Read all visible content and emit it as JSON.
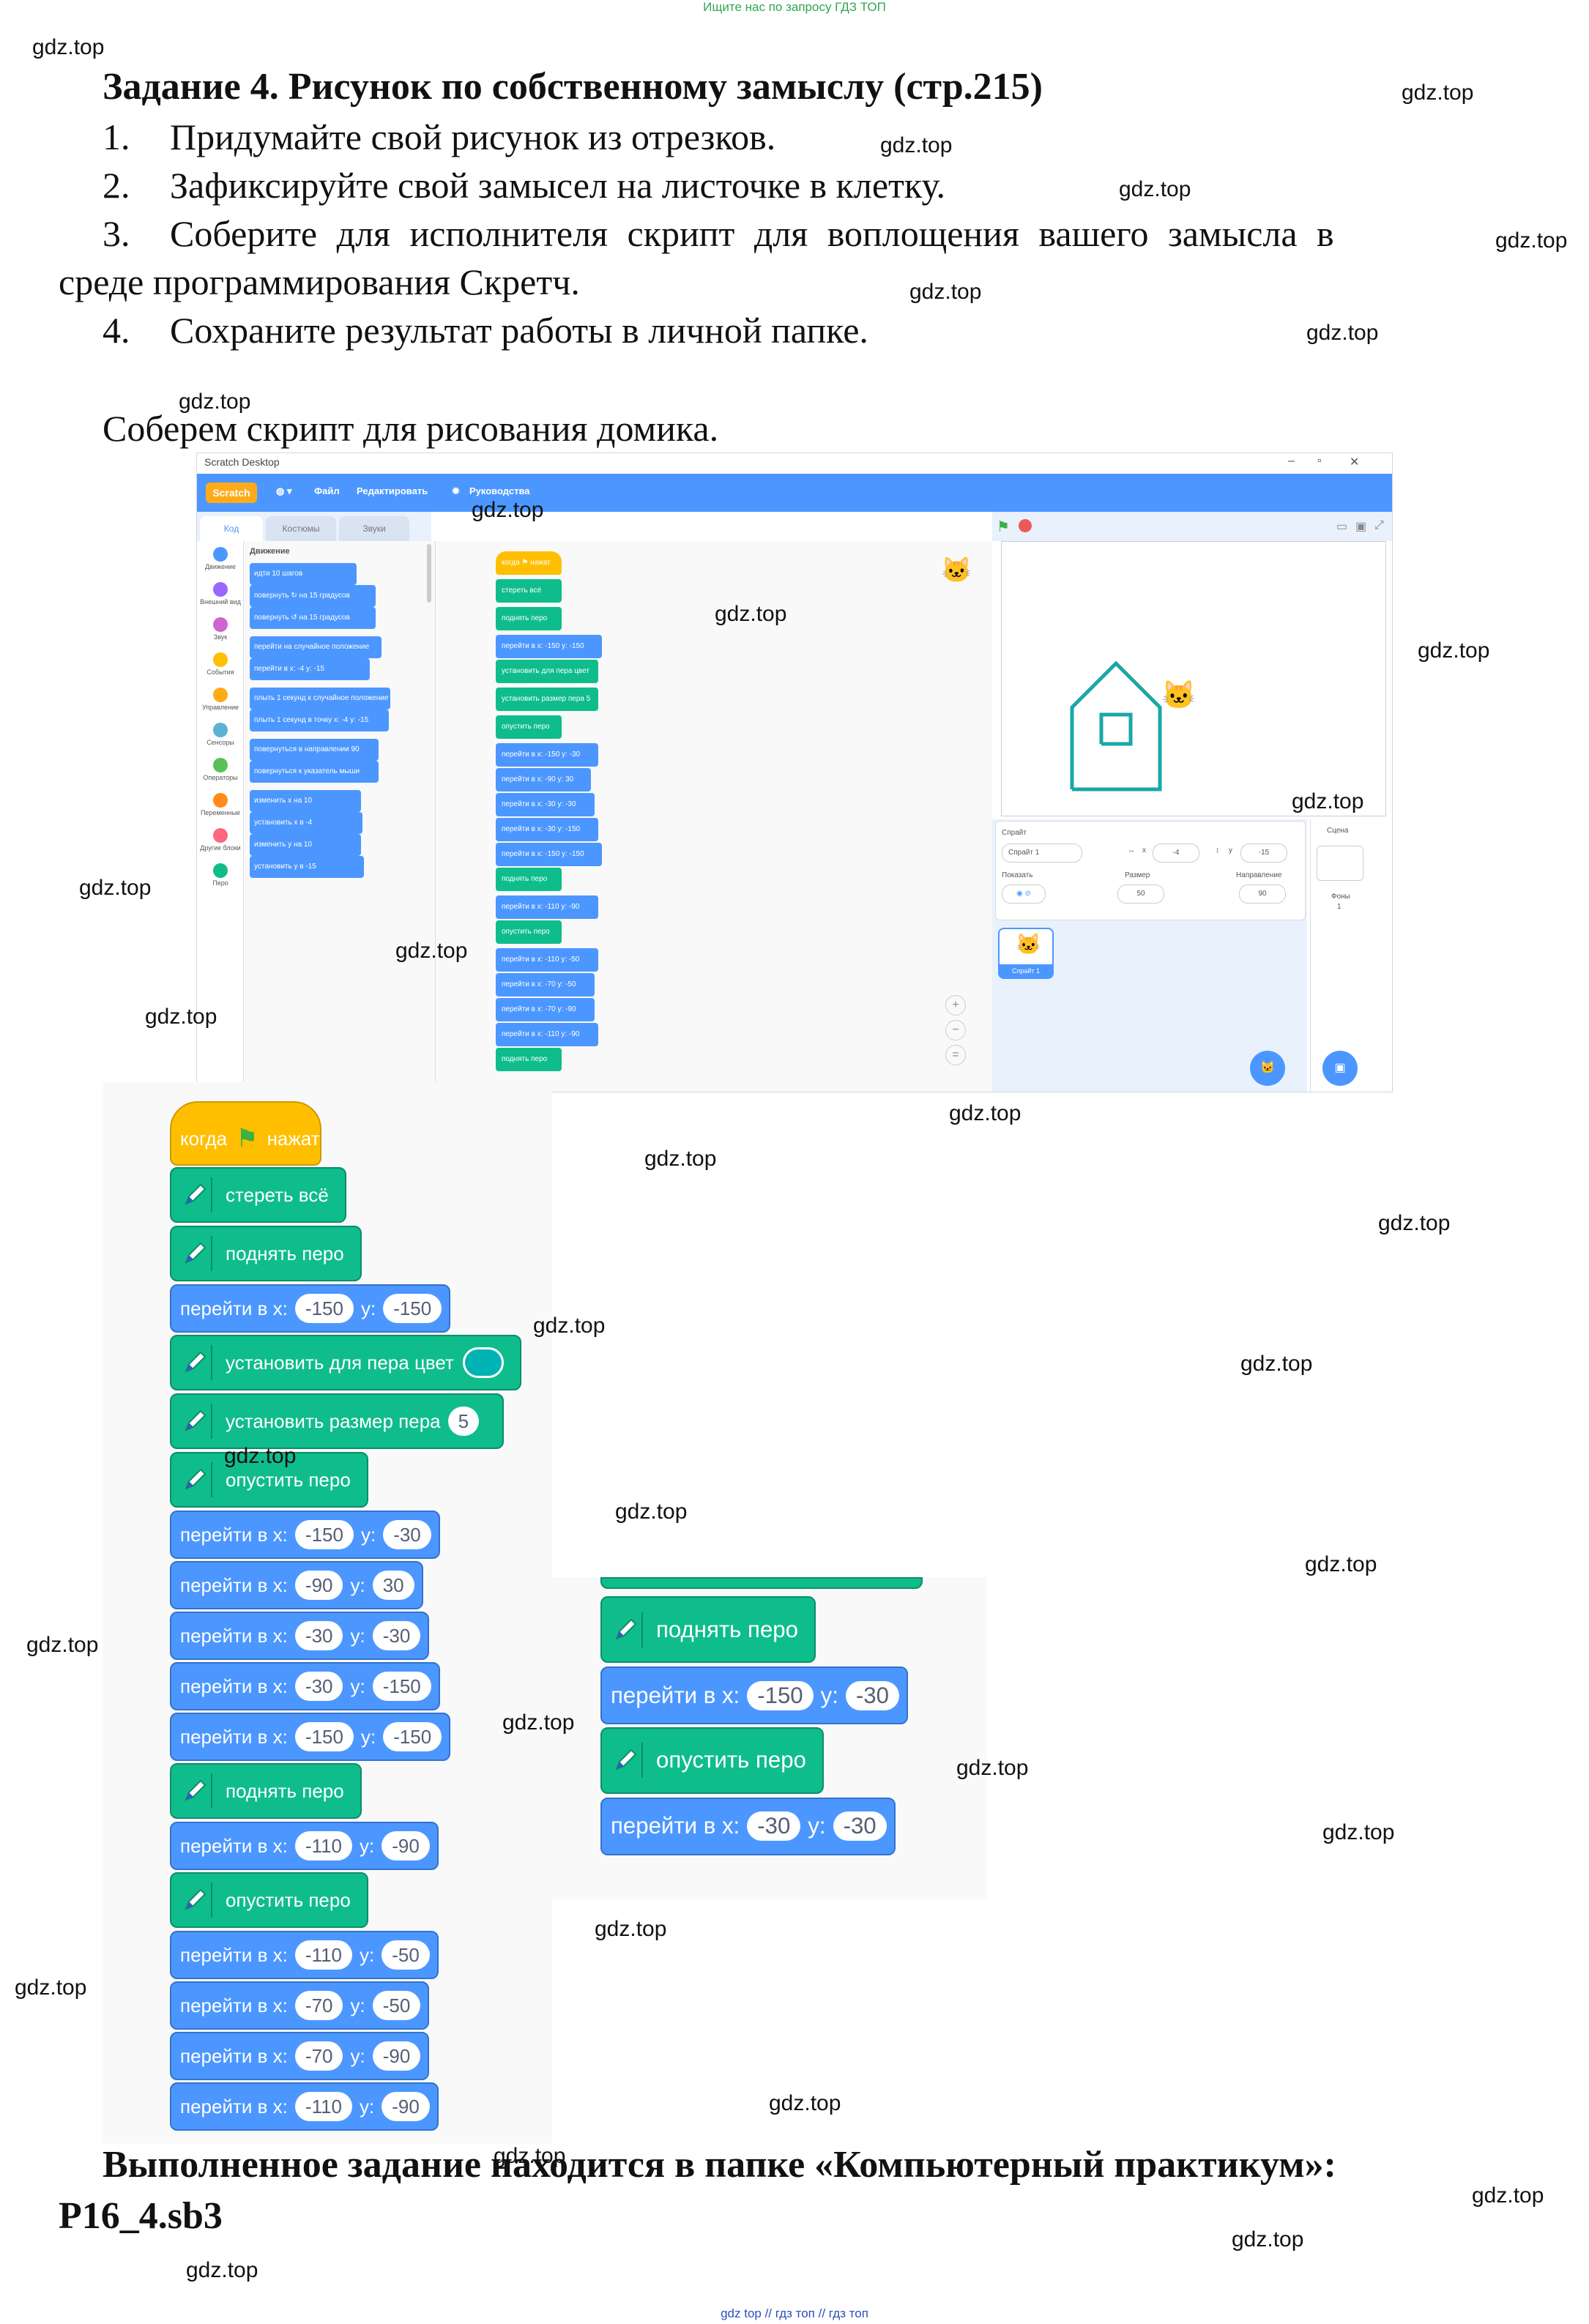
{
  "top_note": "Ищите нас по запросу ГДЗ ТОП",
  "bottom_note": "gdz top  //  гдз топ  //  гдз топ",
  "watermark": "gdz.top",
  "task": {
    "heading": "Задание 4. Рисунок по собственному замыслу (стр.215)",
    "items": [
      {
        "num": "1.",
        "text": "Придумайте свой рисунок из отрезков."
      },
      {
        "num": "2.",
        "text": "Зафиксируйте свой замысел на листочке в клетку."
      },
      {
        "num": "3.",
        "text": "Соберите для исполнителя скрипт для воплощения вашего замысла в"
      },
      {
        "num": "4.",
        "text": "Сохраните результат работы в личной папке."
      }
    ],
    "item3_cont": "среде программирования Скретч.",
    "intro": "Соберем скрипт для рисования домика.",
    "footer_line1": "Выполненное задание находится в папке «Компьютерный практикум»:",
    "footer_line2": "P16_4.sb3"
  },
  "scratch": {
    "window_title": "Scratch Desktop",
    "logo": "Scratch",
    "menu": [
      "Файл",
      "Редактировать",
      "Руководства"
    ],
    "tabs": [
      "Код",
      "Костюмы",
      "Звуки"
    ],
    "categories": [
      {
        "label": "Движение",
        "color": "#4c97ff"
      },
      {
        "label": "Внешний вид",
        "color": "#9966ff"
      },
      {
        "label": "Звук",
        "color": "#cf63cf"
      },
      {
        "label": "События",
        "color": "#ffbf00"
      },
      {
        "label": "Управление",
        "color": "#ffab19"
      },
      {
        "label": "Сенсоры",
        "color": "#5cb1d6"
      },
      {
        "label": "Операторы",
        "color": "#59c059"
      },
      {
        "label": "Переменные",
        "color": "#ff8c1a"
      },
      {
        "label": "Другие блоки",
        "color": "#ff6680"
      },
      {
        "label": "Перо",
        "color": "#0fbd8c"
      }
    ],
    "palette_title": "Движение",
    "palette_blocks": [
      "идти 10 шагов",
      "повернуть ↻ на 15 градусов",
      "повернуть ↺ на 15 градусов",
      "перейти на случайное положение",
      "перейти в x: -4 y: -15",
      "плыть 1 секунд к случайное положение",
      "плыть 1 секунд в точку x: -4 y: -15",
      "повернуться в направлении 90",
      "повернуться к указатель мыши",
      "изменить x на 10",
      "установить x в -4",
      "изменить у на 10",
      "установить у в -15"
    ],
    "script_blocks": [
      "когда ⚑ нажат",
      "стереть всё",
      "поднять перо",
      "перейти в x: -150 y: -150",
      "установить для пера цвет",
      "установить размер пера 5",
      "опустить перо",
      "перейти в x: -150 y: -30",
      "перейти в x: -90 y: 30",
      "перейти в x: -30 y: -30",
      "перейти в x: -30 y: -150",
      "перейти в x: -150 y: -150",
      "поднять перо",
      "перейти в x: -110 y: -90",
      "опустить перо",
      "перейти в x: -110 y: -50",
      "перейти в x: -70 y: -50",
      "перейти в x: -70 y: -90",
      "перейти в x: -110 y: -90",
      "поднять перо"
    ],
    "sprite_panel": {
      "sprite_label": "Спрайт",
      "sprite_name": "Спрайт 1",
      "x_label": "x",
      "x_value": "-4",
      "y_label": "y",
      "y_value": "-15",
      "show_label": "Показать",
      "size_label": "Размер",
      "size_value": "50",
      "direction_label": "Направление",
      "direction_value": "90",
      "thumb_label": "Спрайт 1",
      "scene_label": "Сцена",
      "backdrops_label": "Фоны",
      "backdrops_count": "1"
    }
  },
  "big_script": {
    "hat": {
      "when": "когда",
      "clicked": "нажат"
    },
    "goto_label": "перейти в x:",
    "y_label": "y:",
    "blocks": [
      {
        "type": "pen",
        "text": "стереть всё"
      },
      {
        "type": "pen",
        "text": "поднять перо"
      },
      {
        "type": "goto",
        "x": "-150",
        "y": "-150"
      },
      {
        "type": "pencolor",
        "text": "установить для пера цвет"
      },
      {
        "type": "pensize",
        "text": "установить размер пера",
        "value": "5"
      },
      {
        "type": "pen",
        "text": "опустить перо"
      },
      {
        "type": "goto",
        "x": "-150",
        "y": "-30"
      },
      {
        "type": "goto",
        "x": "-90",
        "y": "30"
      },
      {
        "type": "goto",
        "x": "-30",
        "y": "-30"
      },
      {
        "type": "goto",
        "x": "-30",
        "y": "-150"
      },
      {
        "type": "goto",
        "x": "-150",
        "y": "-150"
      },
      {
        "type": "pen",
        "text": "поднять перо"
      },
      {
        "type": "goto",
        "x": "-110",
        "y": "-90"
      },
      {
        "type": "pen",
        "text": "опустить перо"
      },
      {
        "type": "goto",
        "x": "-110",
        "y": "-50"
      },
      {
        "type": "goto",
        "x": "-70",
        "y": "-50"
      },
      {
        "type": "goto",
        "x": "-70",
        "y": "-90"
      },
      {
        "type": "goto",
        "x": "-110",
        "y": "-90"
      }
    ]
  },
  "zoom_script": {
    "blocks": [
      {
        "type": "pen",
        "text": "поднять перо"
      },
      {
        "type": "goto",
        "x": "-150",
        "y": "-30"
      },
      {
        "type": "pen",
        "text": "опустить перо"
      },
      {
        "type": "goto",
        "x": "-30",
        "y": "-30"
      }
    ]
  },
  "colors": {
    "motion": "#4c97ff",
    "pen": "#0fbd8c",
    "event": "#ffbf00",
    "house": "#1aa7a7"
  }
}
